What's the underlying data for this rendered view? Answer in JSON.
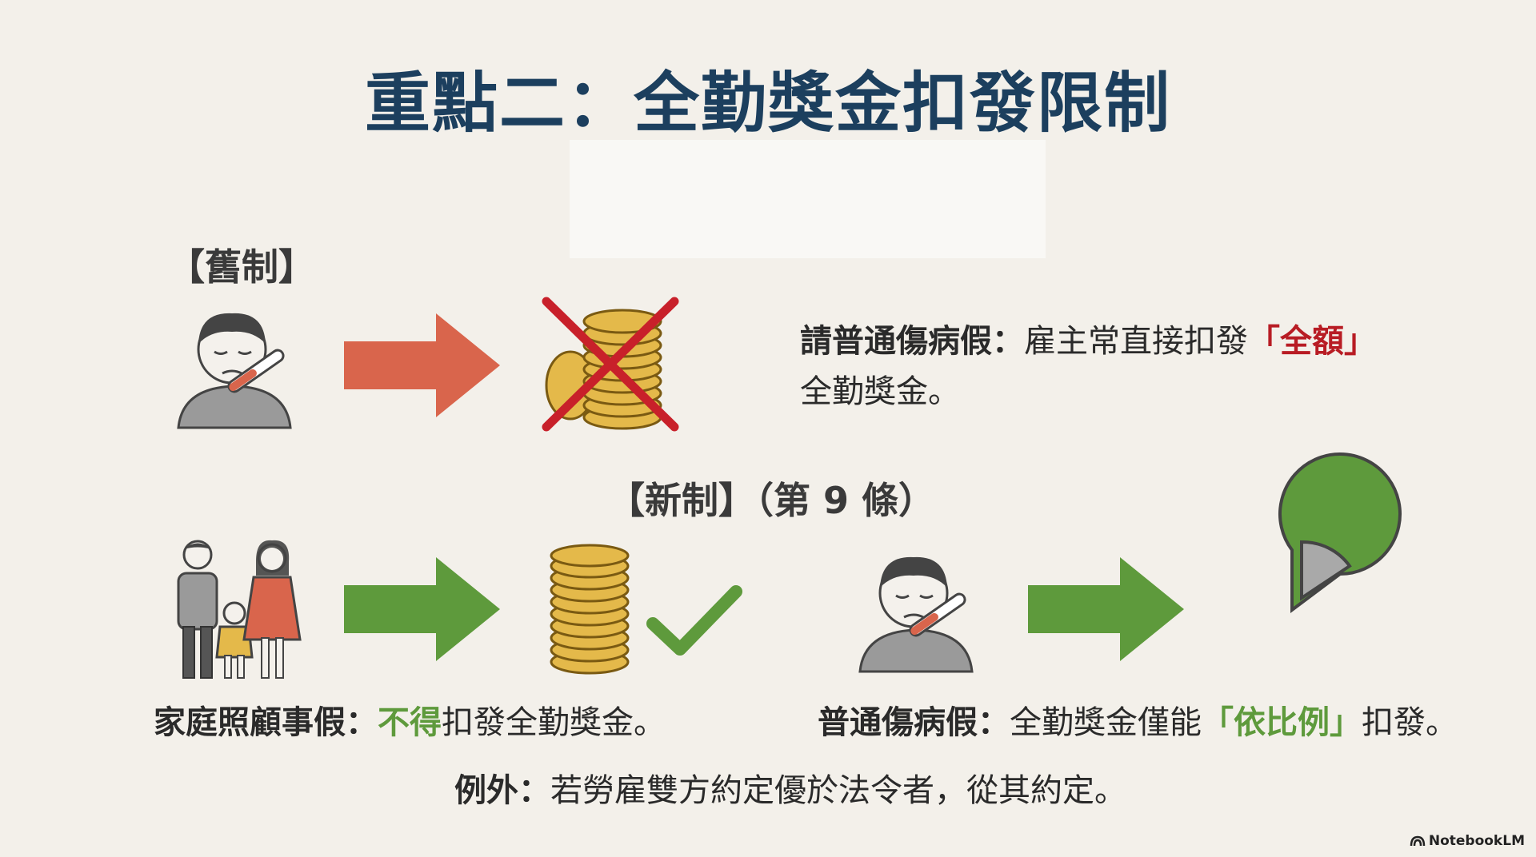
{
  "title": "重點二：全勤獎金扣發限制",
  "old_system": {
    "label": "【舊制】",
    "desc_bold": "請普通傷病假：",
    "desc_text": "雇主常直接扣發",
    "desc_highlight": "「全額」",
    "desc_line2": "全勤獎金。"
  },
  "new_system": {
    "label": "【新制】（第 9 條）",
    "family_bold": "家庭照顧事假：",
    "family_highlight": "不得",
    "family_text": "扣發全勤獎金。",
    "sick_bold": "普通傷病假：",
    "sick_text": "全勤獎金僅能",
    "sick_highlight": "「依比例」",
    "sick_text2": "扣發。"
  },
  "exception": {
    "bold": "例外：",
    "text": "若勞雇雙方約定優於法令者，從其約定。"
  },
  "brand": "NotebookLM",
  "icons": {
    "sick_person_old": "sick-person-icon",
    "arrow_old": "arrow-right-icon",
    "coins_crossed": "crossed-coins-icon",
    "family": "family-icon",
    "arrow_family": "arrow-right-icon",
    "coins_check": "coins-stack-icon",
    "check": "checkmark-icon",
    "sick_person_new": "sick-person-icon",
    "arrow_sick": "arrow-right-icon",
    "pie": "partial-pie-icon"
  },
  "colors": {
    "title": "#1c3f5e",
    "arrow_old": "#d9654c",
    "arrow_new": "#5e9a3c",
    "red_accent": "#b81c24",
    "green_accent": "#5e9a3c",
    "coin": "#e4b94a"
  }
}
